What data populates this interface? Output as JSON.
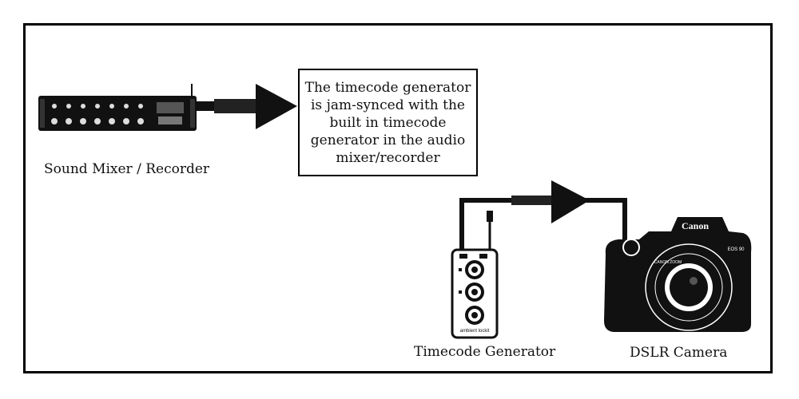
{
  "labels": {
    "mixer": "Sound Mixer / Recorder",
    "generator": "Timecode Generator",
    "camera": "DSLR Camera"
  },
  "note": {
    "text": "The timecode generator is jam-synced with the built in timecode generator in the audio mixer/recorder"
  },
  "camera_text": {
    "brand": "Canon",
    "model": "EOS 90",
    "lens_brand": "CANON ZOOM"
  },
  "generator_text": {
    "brand": "ambient lockit"
  }
}
